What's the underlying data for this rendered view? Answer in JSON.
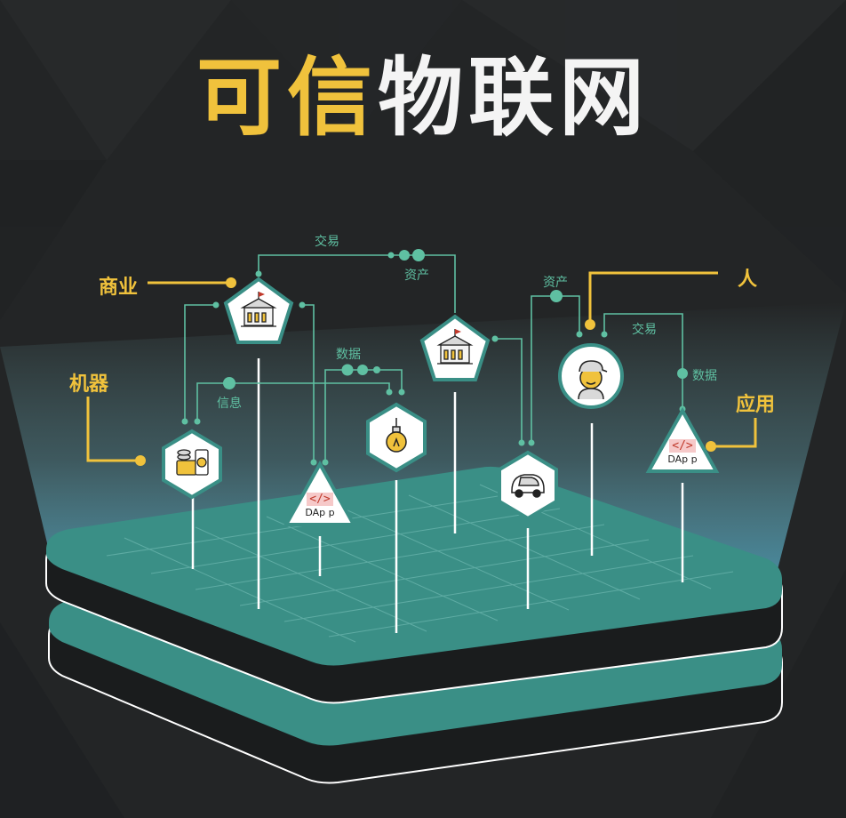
{
  "title": {
    "gold": "可信",
    "white": "物联网"
  },
  "categories": {
    "business": "商业",
    "machine": "机器",
    "person": "人",
    "application": "应用"
  },
  "connections": {
    "trade_top": "交易",
    "asset_top": "资产",
    "data_mid": "数据",
    "info": "信息",
    "asset_right": "资产",
    "trade_right": "交易",
    "data_right": "数据"
  },
  "dapp": {
    "code": "</>",
    "label": "DAp p"
  },
  "icons": [
    "building-icon",
    "building-icon",
    "wallet-phone-icon",
    "light-bulb-icon",
    "car-icon",
    "person-icon",
    "dapp-icon",
    "dapp-icon"
  ],
  "colors": {
    "background": "#232526",
    "gold": "#f0c23c",
    "teal": "#3a8f86",
    "teal_line": "#5fc0a2",
    "white": "#ffffff"
  }
}
